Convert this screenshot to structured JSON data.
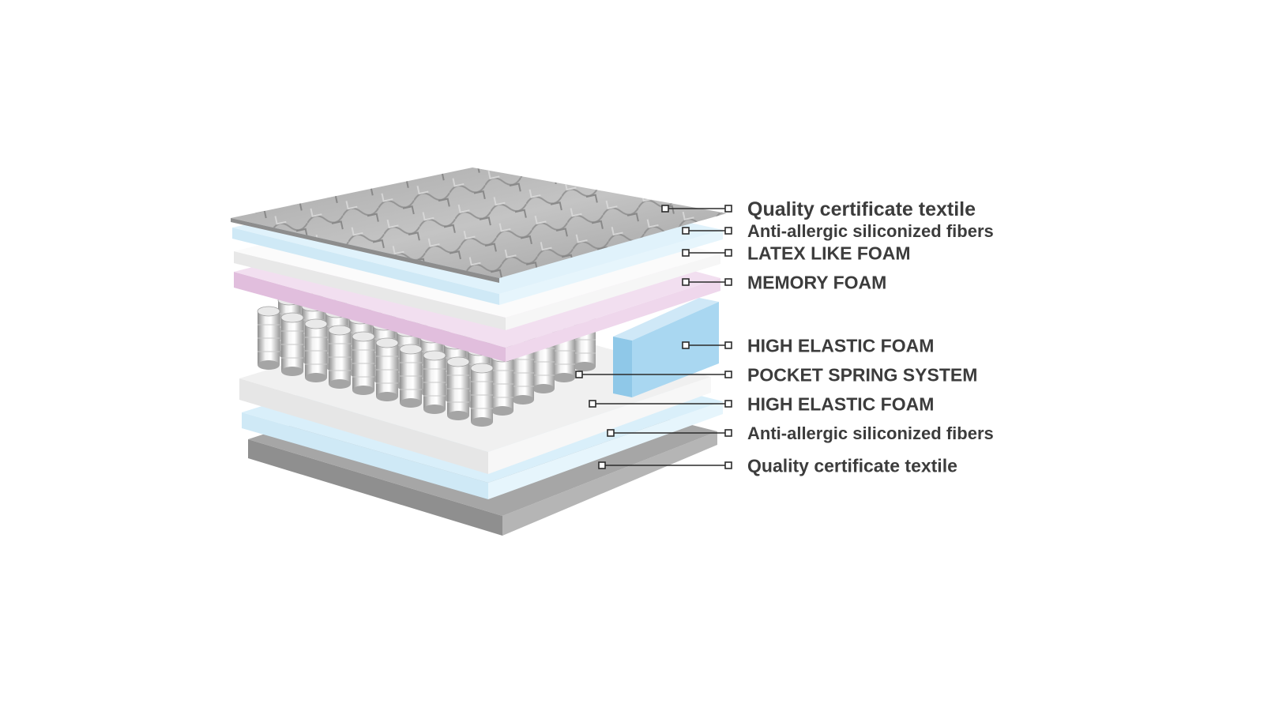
{
  "diagram": {
    "layers": [
      {
        "label": "Quality certificate textile",
        "color": "#b7b7b7"
      },
      {
        "label": "Anti-allergic siliconized fibers",
        "color": "#d6eefa"
      },
      {
        "label": "LATEX LIKE FOAM",
        "color": "#f3f3f3"
      },
      {
        "label": "MEMORY FOAM",
        "color": "#e7c9e4"
      },
      {
        "label": "HIGH ELASTIC FOAM",
        "color": "#a9d7f1"
      },
      {
        "label": "POCKET SPRING SYSTEM",
        "color": "#d5d5d5"
      },
      {
        "label": "HIGH ELASTIC FOAM",
        "color": "#eeeeee"
      },
      {
        "label": "Anti-allergic siliconized fibers",
        "color": "#d6eefa"
      },
      {
        "label": "Quality certificate textile",
        "color": "#9a9a9a"
      }
    ]
  }
}
